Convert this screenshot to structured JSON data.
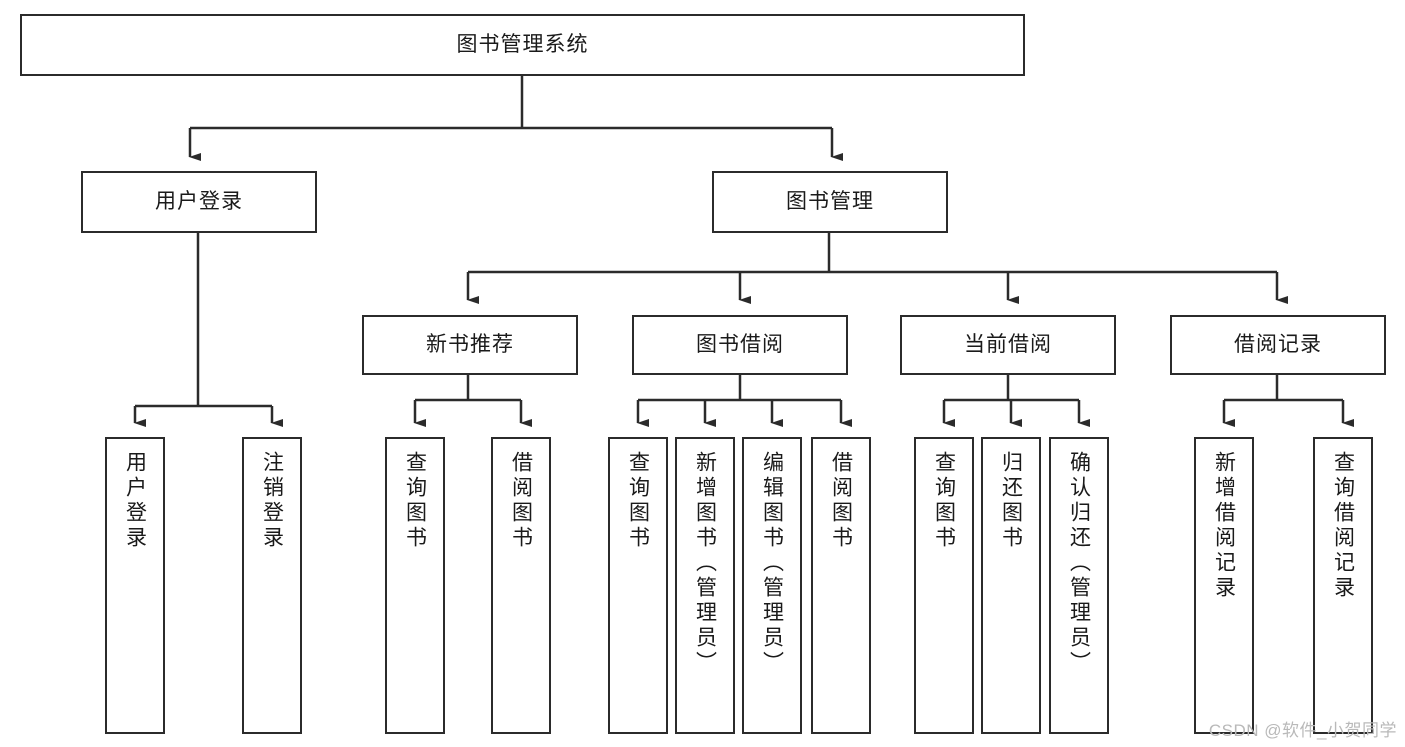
{
  "diagram": {
    "title": "图书管理系统",
    "watermark": "CSDN @软件_小贺同学",
    "accent_color": "#2b2b2b",
    "background_color": "#ffffff",
    "text_color": "#1a1a1a",
    "nodes": {
      "root": "图书管理系统",
      "level2": {
        "user_login": "用户登录",
        "book_manage": "图书管理"
      },
      "level3": {
        "new_book_recommend": "新书推荐",
        "book_borrow": "图书借阅",
        "current_borrow": "当前借阅",
        "borrow_record": "借阅记录"
      },
      "leaves": {
        "user_login_1": "用户登录",
        "user_login_2": "注销登录",
        "recommend_1": "查询图书",
        "recommend_2": "借阅图书",
        "borrow_1": "查询图书",
        "borrow_2": "新增图书（管理员）",
        "borrow_3": "编辑图书（管理员）",
        "borrow_4": "借阅图书",
        "current_1": "查询图书",
        "current_2": "归还图书",
        "current_3": "确认归还（管理员）",
        "record_1": "新增借阅记录",
        "record_2": "查询借阅记录"
      }
    }
  }
}
